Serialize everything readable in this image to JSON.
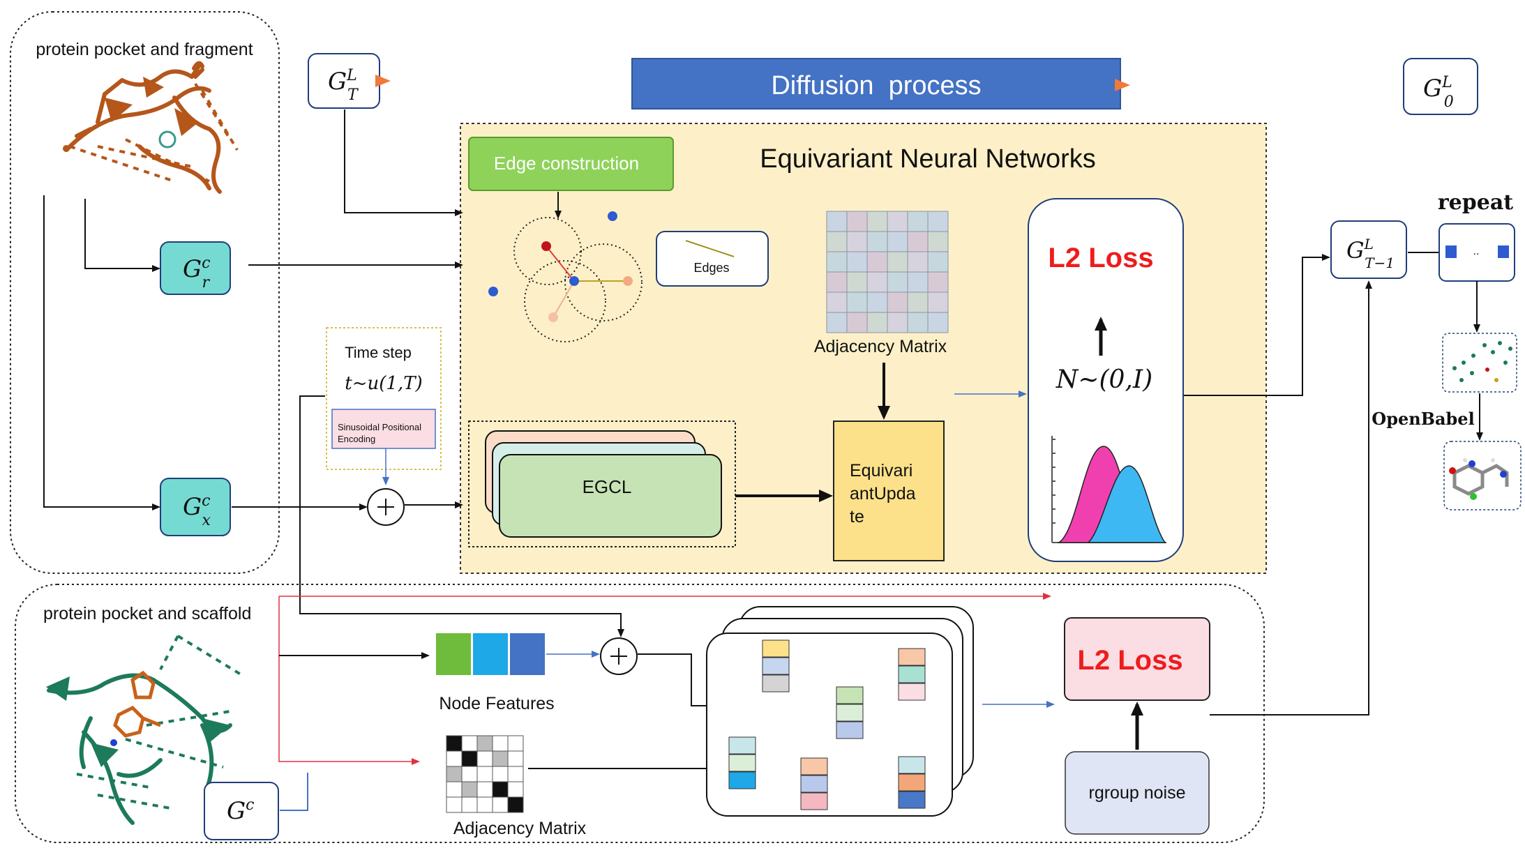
{
  "panels": {
    "fragment_title": "protein pocket and fragment",
    "scaffold_title": "protein pocket and scaffold"
  },
  "nodes": {
    "gt_main": "G",
    "gt_sup": "L",
    "gt_sub": "T",
    "g0_main": "G",
    "g0_sup": "L",
    "g0_sub": "0",
    "grc_main": "G",
    "grc_sup": "c",
    "grc_sub": "r",
    "gxc_main": "G",
    "gxc_sup": "c",
    "gxc_sub": "x",
    "gc_main": "G",
    "gc_sup": "c",
    "gtm1_main": "G",
    "gtm1_sup": "L",
    "gtm1_sub": "T−1"
  },
  "diffusion": {
    "label": "Diffusion  process"
  },
  "enn": {
    "title": "Equivariant Neural Networks",
    "edge_construction": "Edge construction",
    "edges_label": "Edges",
    "adjacency_label": "Adjacency Matrix",
    "egcl_label": "EGCL",
    "update_line1": "Equivari",
    "update_line2": "antUpda",
    "update_line3": "te",
    "loss_label": "L2 Loss",
    "noise_formula": "N~(0,I)"
  },
  "timestep": {
    "title": "Time step",
    "formula": "t~u(1,T)",
    "encoding_line1": "Sinusoidal Positional",
    "encoding_line2": "Encoding"
  },
  "bottom": {
    "node_features_label": "Node Features",
    "adjacency_label": "Adjacency Matrix",
    "loss_label": "L2 Loss",
    "noise_label": "rgroup noise"
  },
  "right": {
    "repeat_label": "repeat",
    "repeat_dots": "..",
    "openbabel_label": "OpenBabel"
  },
  "colors": {
    "teal_node": "#75dbd2",
    "diffusion_blue": "#4472c4",
    "enn_bg": "#fdf0c8",
    "edge_green": "#8ed25a",
    "egcl_green": "#c6e3b5",
    "update_yellow": "#fde18a",
    "loss_red": "#ee1c1c",
    "pink_box": "#fbdde4",
    "noise_box": "#dfe5f4",
    "node_blue": "#1f3d7a"
  }
}
